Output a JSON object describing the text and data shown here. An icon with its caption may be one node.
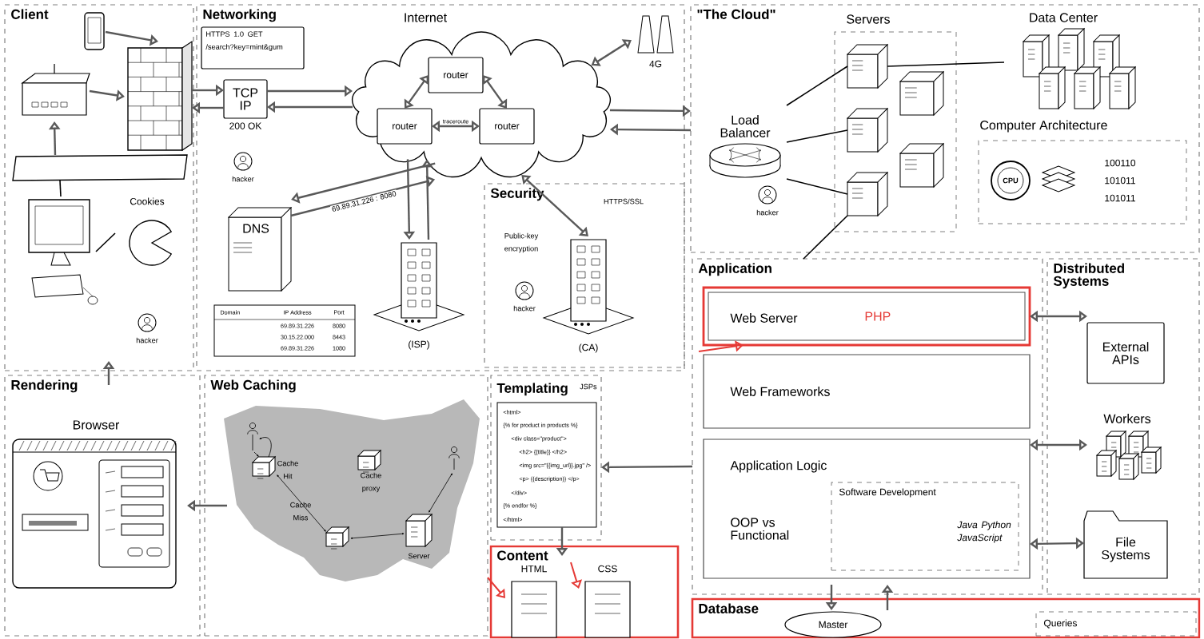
{
  "diagram": {
    "nodes": [
      {
        "text": [
          "Client"
        ]
      },
      {
        "text": [
          "Networking"
        ]
      },
      {
        "text": [
          "Internet"
        ],
        "in": 1
      },
      {
        "text": [
          "Security"
        ],
        "in": 1
      },
      {
        "text": [
          "\"The Cloud\""
        ]
      },
      {
        "text": [
          "Servers"
        ],
        "in": 4
      },
      {
        "text": [
          "Computer Architecture"
        ],
        "in": 4
      },
      {
        "text": [
          "Application"
        ]
      },
      {
        "text": [
          "Distributed Systems"
        ]
      },
      {
        "text": [
          "Rendering"
        ]
      },
      {
        "text": [
          "Web Caching"
        ]
      },
      {
        "text": [
          "Templating"
        ]
      },
      {
        "text": [
          "Content"
        ]
      },
      {
        "text": [
          "Database"
        ]
      },
      {
        "text": [
          "HTTPS 1.0 GET /search?key=mint&gum"
        ],
        "in": 1
      },
      {
        "text": [
          "TCP IP"
        ],
        "beside": [
          "200 OK"
        ],
        "in": 1
      },
      {
        "text": [
          "router"
        ],
        "in": 2
      },
      {
        "text": [
          "router"
        ],
        "in": 2
      },
      {
        "text": [
          "router"
        ],
        "in": 2
      },
      {
        "text": [
          "DNS"
        ],
        "in": 1
      },
      {
        "text": [
          "(ISP)"
        ],
        "in": 1
      },
      {
        "text": [
          "(CA)"
        ],
        "in": 3
      },
      {
        "text": [
          "Load Balancer"
        ],
        "in": 4
      },
      {
        "text": [],
        "shape": "box",
        "in": 5
      },
      {
        "text": [],
        "shape": "box",
        "in": 5
      },
      {
        "text": [],
        "shape": "box",
        "in": 5
      },
      {
        "text": [],
        "shape": "box",
        "in": 5
      },
      {
        "text": [],
        "shape": "box",
        "in": 5
      },
      {
        "text": [
          "Data Center"
        ],
        "in": 4
      },
      {
        "text": [
          "Web Server",
          "PHP"
        ],
        "in": 7
      },
      {
        "text": [
          "Web Frameworks"
        ],
        "in": 7
      },
      {
        "text": [
          "Application Logic",
          "OOP vs Functional"
        ],
        "in": 7
      },
      {
        "text": [
          "Software Development",
          "Java Python JavaScript"
        ],
        "in": 31
      },
      {
        "text": [
          "External APIs"
        ],
        "in": 8
      },
      {
        "text": [
          "Workers"
        ],
        "in": 8
      },
      {
        "text": [
          "File Systems"
        ],
        "in": 8
      },
      {
        "text": [
          "Browser"
        ],
        "in": 9
      },
      {
        "text": [
          "<html>",
          "{% for product in products %}",
          "<div class=\"product\">",
          "<h2> {{title}} </h2>",
          "<img src=\"{{img_url}}.jpg\" />",
          "<p> {{description}} </p>",
          "</div>",
          "{% endfor %}",
          "</html>"
        ],
        "in": 11
      },
      {
        "text": [
          "HTML"
        ],
        "in": 12
      },
      {
        "text": [
          "CSS"
        ],
        "in": 12
      },
      {
        "text": [
          "Master"
        ],
        "in": 13
      },
      {
        "text": [
          "Queries"
        ],
        "in": 13
      },
      {
        "text": [],
        "shape": "picture",
        "in": 0
      },
      {
        "text": [],
        "shape": "picture",
        "in": 0
      },
      {
        "text": [],
        "shape": "picture",
        "in": 0
      },
      {
        "text": [],
        "shape": "bar",
        "in": 0
      },
      {
        "text": [],
        "shape": "picture",
        "in": 0
      },
      {
        "text": [
          "Cookies"
        ],
        "in": 0
      },
      {
        "text": [
          "CPU"
        ],
        "in": 6
      },
      {
        "text": [
          "4G"
        ],
        "in": 1
      }
    ],
    "edges": [
      {
        "from": 42,
        "to": 44,
        "arrow": "to"
      },
      {
        "from": 43,
        "to": 44,
        "arrow": "to"
      },
      {
        "from": 45,
        "to": 43,
        "arrow": "to"
      },
      {
        "from": 45,
        "to": 46,
        "arrow": "none"
      },
      {
        "from": 46,
        "to": 47,
        "arrow": "none"
      },
      {
        "from": 44,
        "to": 15,
        "arrow": "to"
      },
      {
        "from": 15,
        "to": 44,
        "arrow": "to"
      },
      {
        "from": 15,
        "to": 2,
        "arrow": "to"
      },
      {
        "from": 2,
        "to": 15,
        "arrow": "to"
      },
      {
        "from": 2,
        "to": 19,
        "arrow": "to"
      },
      {
        "from": 19,
        "to": 2,
        "arrow": "to",
        "label": "69.89.31.226 : 8080"
      },
      {
        "from": 2,
        "to": 20,
        "arrow": "to"
      },
      {
        "from": 20,
        "to": 2,
        "arrow": "to"
      },
      {
        "from": 17,
        "to": 16,
        "arrow": "both"
      },
      {
        "from": 18,
        "to": 16,
        "arrow": "both"
      },
      {
        "from": 17,
        "to": 18,
        "arrow": "both",
        "label": "traceroute"
      },
      {
        "from": 49,
        "to": 2,
        "arrow": "both"
      },
      {
        "from": 2,
        "to": 4,
        "arrow": "to"
      },
      {
        "from": 4,
        "to": 2,
        "arrow": "to"
      },
      {
        "from": 2,
        "to": 21,
        "arrow": "both"
      },
      {
        "from": 22,
        "to": 23,
        "arrow": "none"
      },
      {
        "from": 22,
        "to": 25,
        "arrow": "none"
      },
      {
        "from": 22,
        "to": 27,
        "arrow": "none"
      },
      {
        "from": 23,
        "to": 28,
        "arrow": "none"
      },
      {
        "from": 27,
        "to": 7,
        "arrow": "none"
      },
      {
        "from": 7,
        "to": 11,
        "arrow": "to"
      },
      {
        "from": 11,
        "to": 12,
        "arrow": "to"
      },
      {
        "from": 10,
        "to": 9,
        "arrow": "to"
      },
      {
        "from": 9,
        "to": 0,
        "arrow": "to"
      },
      {
        "from": 29,
        "to": 33,
        "arrow": "both"
      },
      {
        "from": 31,
        "to": 34,
        "arrow": "both"
      },
      {
        "from": 31,
        "to": 35,
        "arrow": "both"
      },
      {
        "from": 7,
        "to": 13,
        "arrow": "to"
      },
      {
        "from": 13,
        "to": 7,
        "arrow": "to"
      },
      {
        "from": null,
        "to": 29,
        "arrow": "to",
        "color": "#e53935"
      },
      {
        "from": 10,
        "to": 38,
        "arrow": "to",
        "color": "#e53935"
      },
      {
        "from": null,
        "to": 39,
        "arrow": "to",
        "color": "#e53935"
      }
    ],
    "labels": [
      "hacker",
      "hacker",
      "Domain",
      "IP Address",
      "Port",
      "69.89.31.226",
      "8080",
      "30.15.22.000",
      "8443",
      "69.89.31.226",
      "1080",
      "Public-key encryption",
      "HTTPS/SSL",
      "hacker",
      "hacker",
      "100110",
      "101011",
      "101011",
      "JSPs",
      "Cache Hit",
      "Cache Miss",
      "Cache proxy",
      "Server"
    ]
  }
}
